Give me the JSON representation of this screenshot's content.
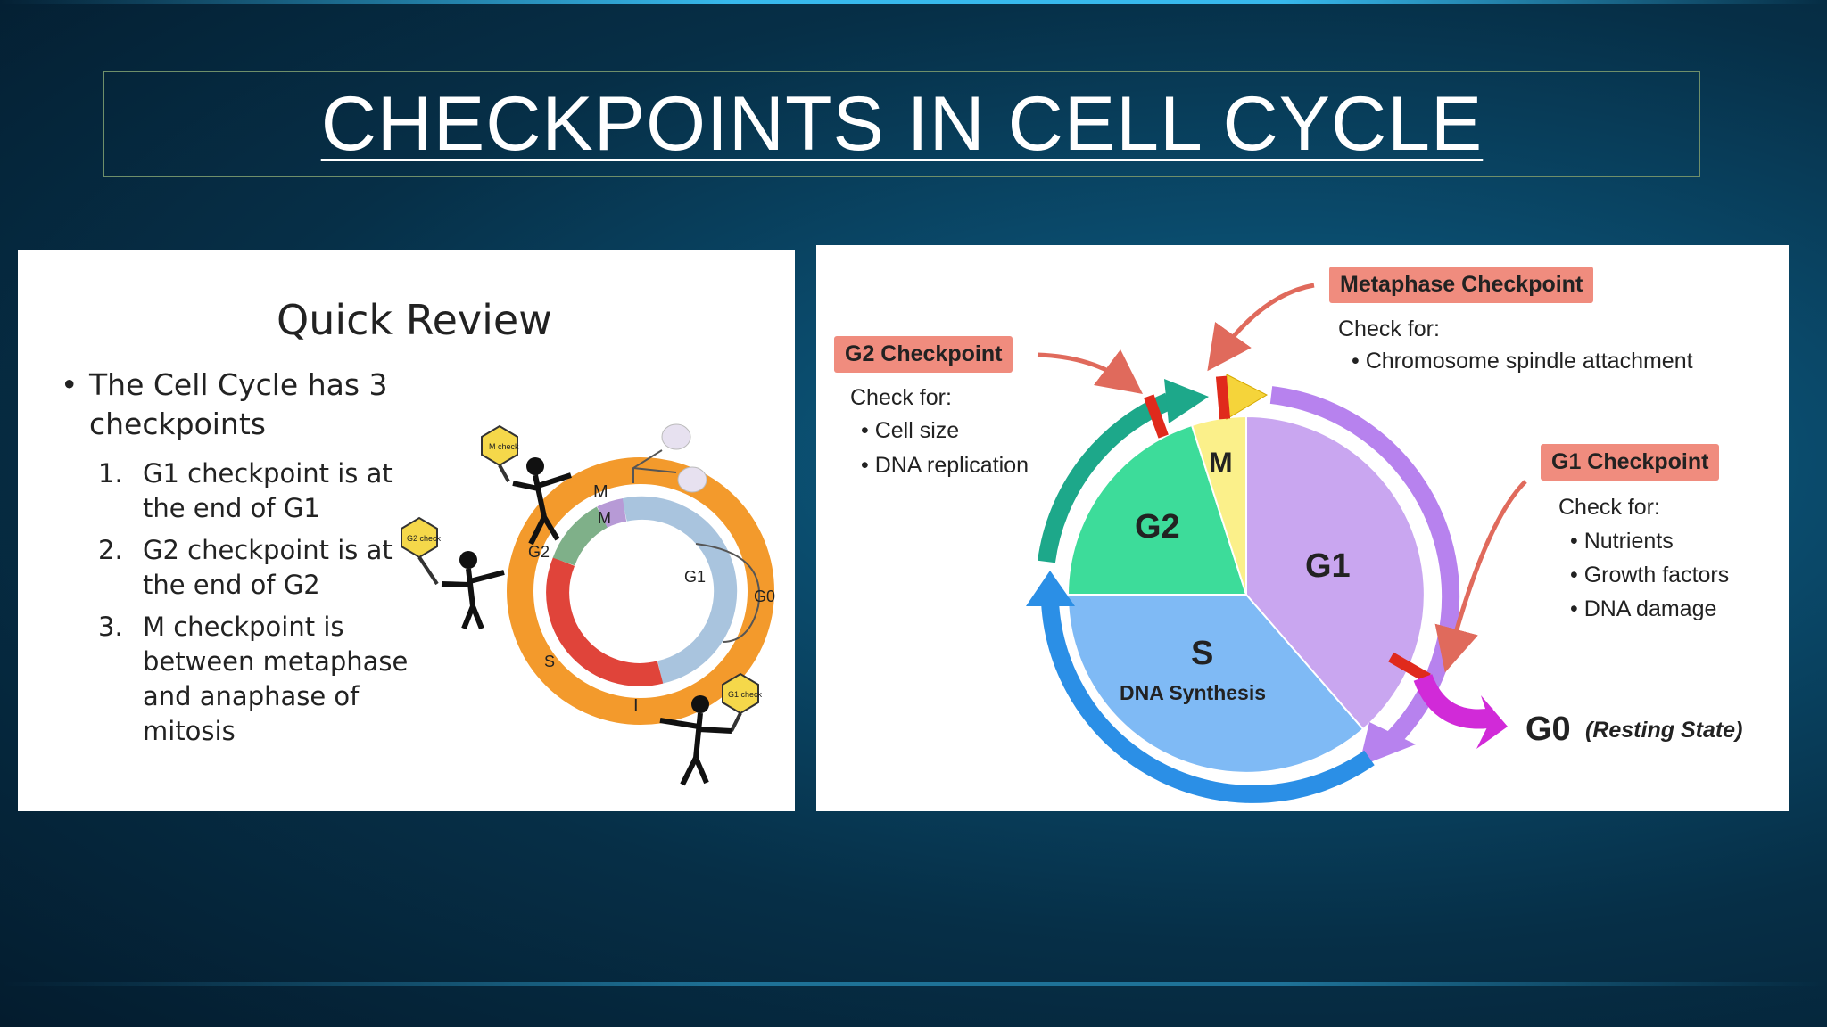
{
  "slide": {
    "title": "CHECKPOINTS IN CELL CYCLE"
  },
  "left_panel": {
    "heading": "Quick Review",
    "bullet": "The Cell Cycle has 3 checkpoints",
    "items": [
      {
        "num": "1.",
        "text": "G1 checkpoint is at the end of G1"
      },
      {
        "num": "2.",
        "text": "G2 checkpoint is at the end of G2"
      },
      {
        "num": "3.",
        "text": "M checkpoint is between metaphase and anaphase of mitosis"
      }
    ],
    "diagram": {
      "outer_labels": {
        "m": "M",
        "i": "I"
      },
      "inner_labels": {
        "m": "M",
        "g2": "G2",
        "g1": "G1",
        "s": "S",
        "g0": "G0"
      },
      "signs": {
        "m": "M check",
        "g2": "G2 check",
        "g1": "G1 check"
      }
    }
  },
  "right_panel": {
    "phases": {
      "m": "M",
      "g2": "G2",
      "g1": "G1",
      "s": "S",
      "s_sub": "DNA Synthesis",
      "g0": "G0",
      "g0_note": "(Resting State)"
    },
    "checkpoints": [
      {
        "id": "metaphase",
        "tag": "Metaphase Checkpoint",
        "check_title": "Check for:",
        "items": [
          "Chromosome spindle attachment"
        ]
      },
      {
        "id": "g2",
        "tag": "G2 Checkpoint",
        "check_title": "Check for:",
        "items": [
          "Cell size",
          "DNA replication"
        ]
      },
      {
        "id": "g1",
        "tag": "G1 Checkpoint",
        "check_title": "Check for:",
        "items": [
          "Nutrients",
          "Growth factors",
          "DNA damage"
        ]
      }
    ],
    "colors": {
      "g1": "#c9a6f0",
      "g2": "#3ddc9a",
      "s": "#7fbaf5",
      "m": "#fbf08a",
      "tag": "#f08c7e"
    }
  }
}
